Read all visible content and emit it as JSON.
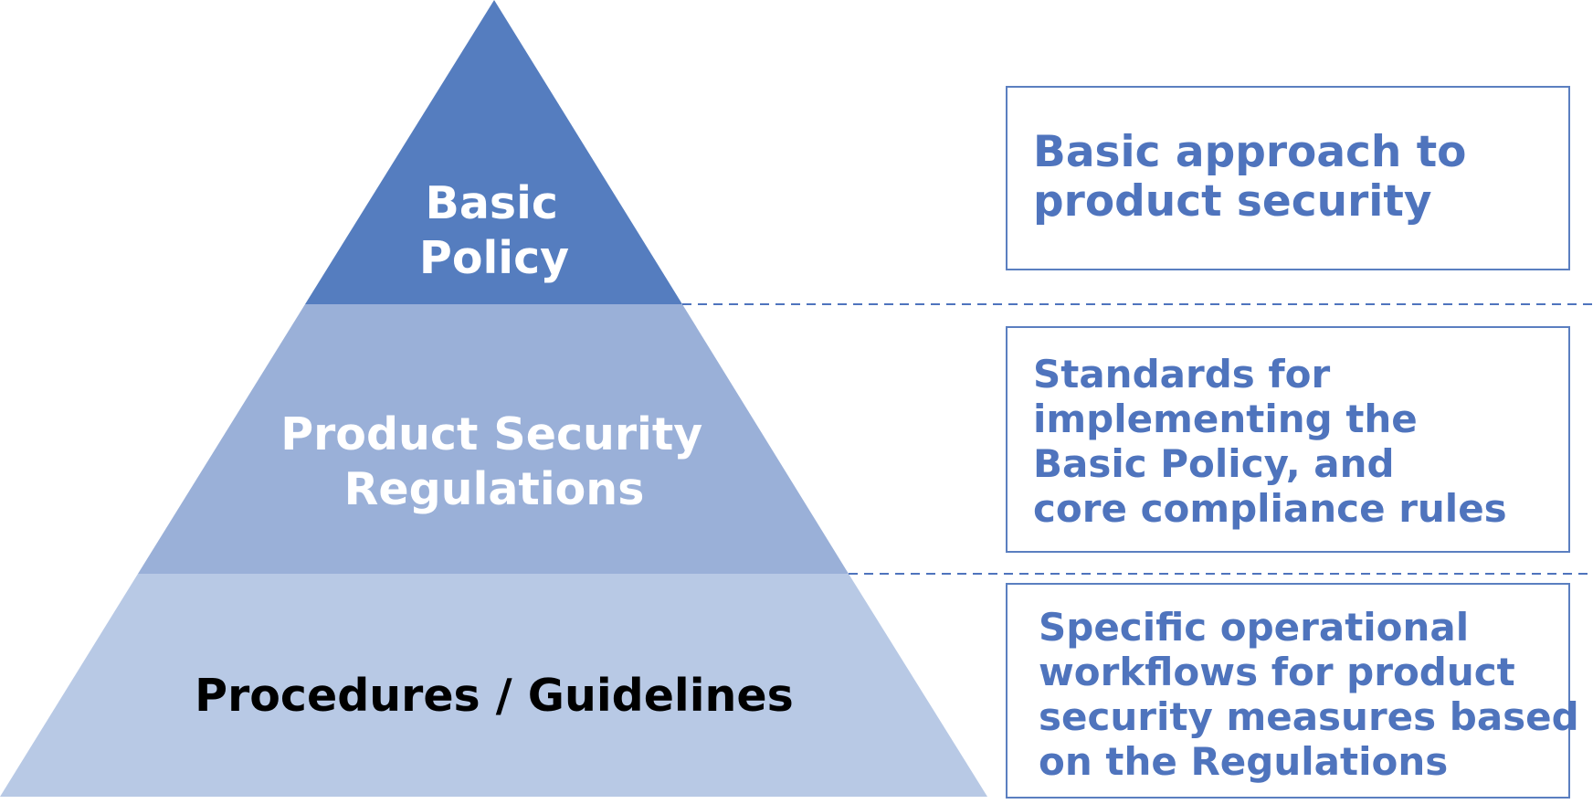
{
  "pyramid": {
    "tiers": [
      {
        "lines": [
          "Basic",
          "Policy"
        ],
        "color": "#557dbf",
        "text_color": "#ffffff"
      },
      {
        "lines": [
          "Product Security",
          "Regulations"
        ],
        "color": "#9ab0d8",
        "text_color": "#ffffff"
      },
      {
        "lines": [
          "Procedures / Guidelines"
        ],
        "color": "#b8c9e5",
        "text_color": "#000000"
      }
    ]
  },
  "descriptions": [
    {
      "lines": [
        "Basic approach to",
        "product security"
      ]
    },
    {
      "lines": [
        "Standards for",
        "implementing the",
        "Basic Policy, and",
        "core compliance rules"
      ]
    },
    {
      "lines": [
        "Specific operational",
        "workflows for product",
        "security measures based",
        "on the Regulations"
      ]
    }
  ],
  "colors": {
    "accent_text": "#4f74bd",
    "box_border": "#5b7fc0",
    "divider": "#4f74bd"
  }
}
